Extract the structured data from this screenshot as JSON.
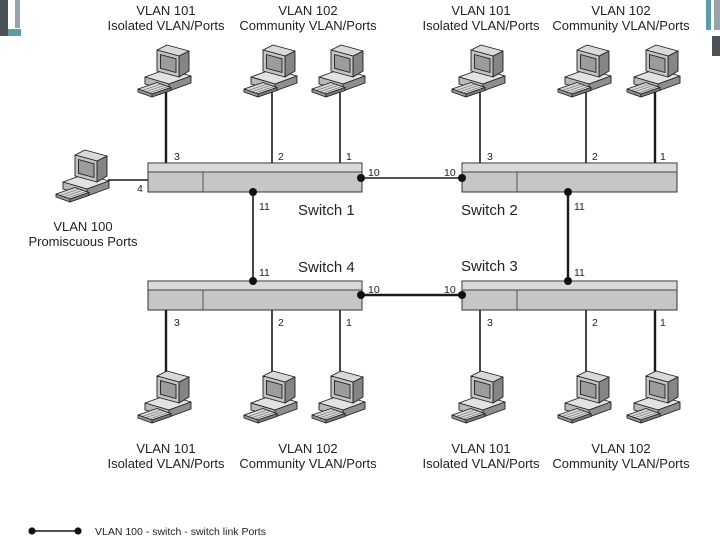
{
  "top_groups": [
    {
      "vlan": "VLAN 101",
      "type": "Isolated VLAN/Ports"
    },
    {
      "vlan": "VLAN 102",
      "type": "Community VLAN/Ports"
    },
    {
      "vlan": "VLAN 101",
      "type": "Isolated VLAN/Ports"
    },
    {
      "vlan": "VLAN 102",
      "type": "Community VLAN/Ports"
    }
  ],
  "bottom_groups": [
    {
      "vlan": "VLAN 101",
      "type": "Isolated VLAN/Ports"
    },
    {
      "vlan": "VLAN 102",
      "type": "Community VLAN/Ports"
    },
    {
      "vlan": "VLAN 101",
      "type": "Isolated VLAN/Ports"
    },
    {
      "vlan": "VLAN 102",
      "type": "Community VLAN/Ports"
    }
  ],
  "promiscuous_host": {
    "vlan": "VLAN 100",
    "type": "Promiscuous Ports"
  },
  "switches": [
    {
      "name": "Switch 1",
      "host_ports": [
        "3",
        "2",
        "1"
      ],
      "promiscuous_port": "4",
      "horizontal_link_port": "10",
      "vertical_link_port": "11"
    },
    {
      "name": "Switch 2",
      "host_ports": [
        "3",
        "2",
        "1"
      ],
      "horizontal_link_port": "10",
      "vertical_link_port": "11"
    },
    {
      "name": "Switch 3",
      "host_ports": [
        "3",
        "2",
        "1"
      ],
      "horizontal_link_port": "10",
      "vertical_link_port": "11"
    },
    {
      "name": "Switch 4",
      "host_ports": [
        "3",
        "2",
        "1"
      ],
      "horizontal_link_port": "10",
      "vertical_link_port": "11"
    }
  ],
  "legend": {
    "label": "VLAN 100 - switch - switch link Ports"
  },
  "colors": {
    "accent": "#5e9ba5",
    "corner_dark": "#4d5258",
    "corner_light": "#9aa3a9"
  }
}
